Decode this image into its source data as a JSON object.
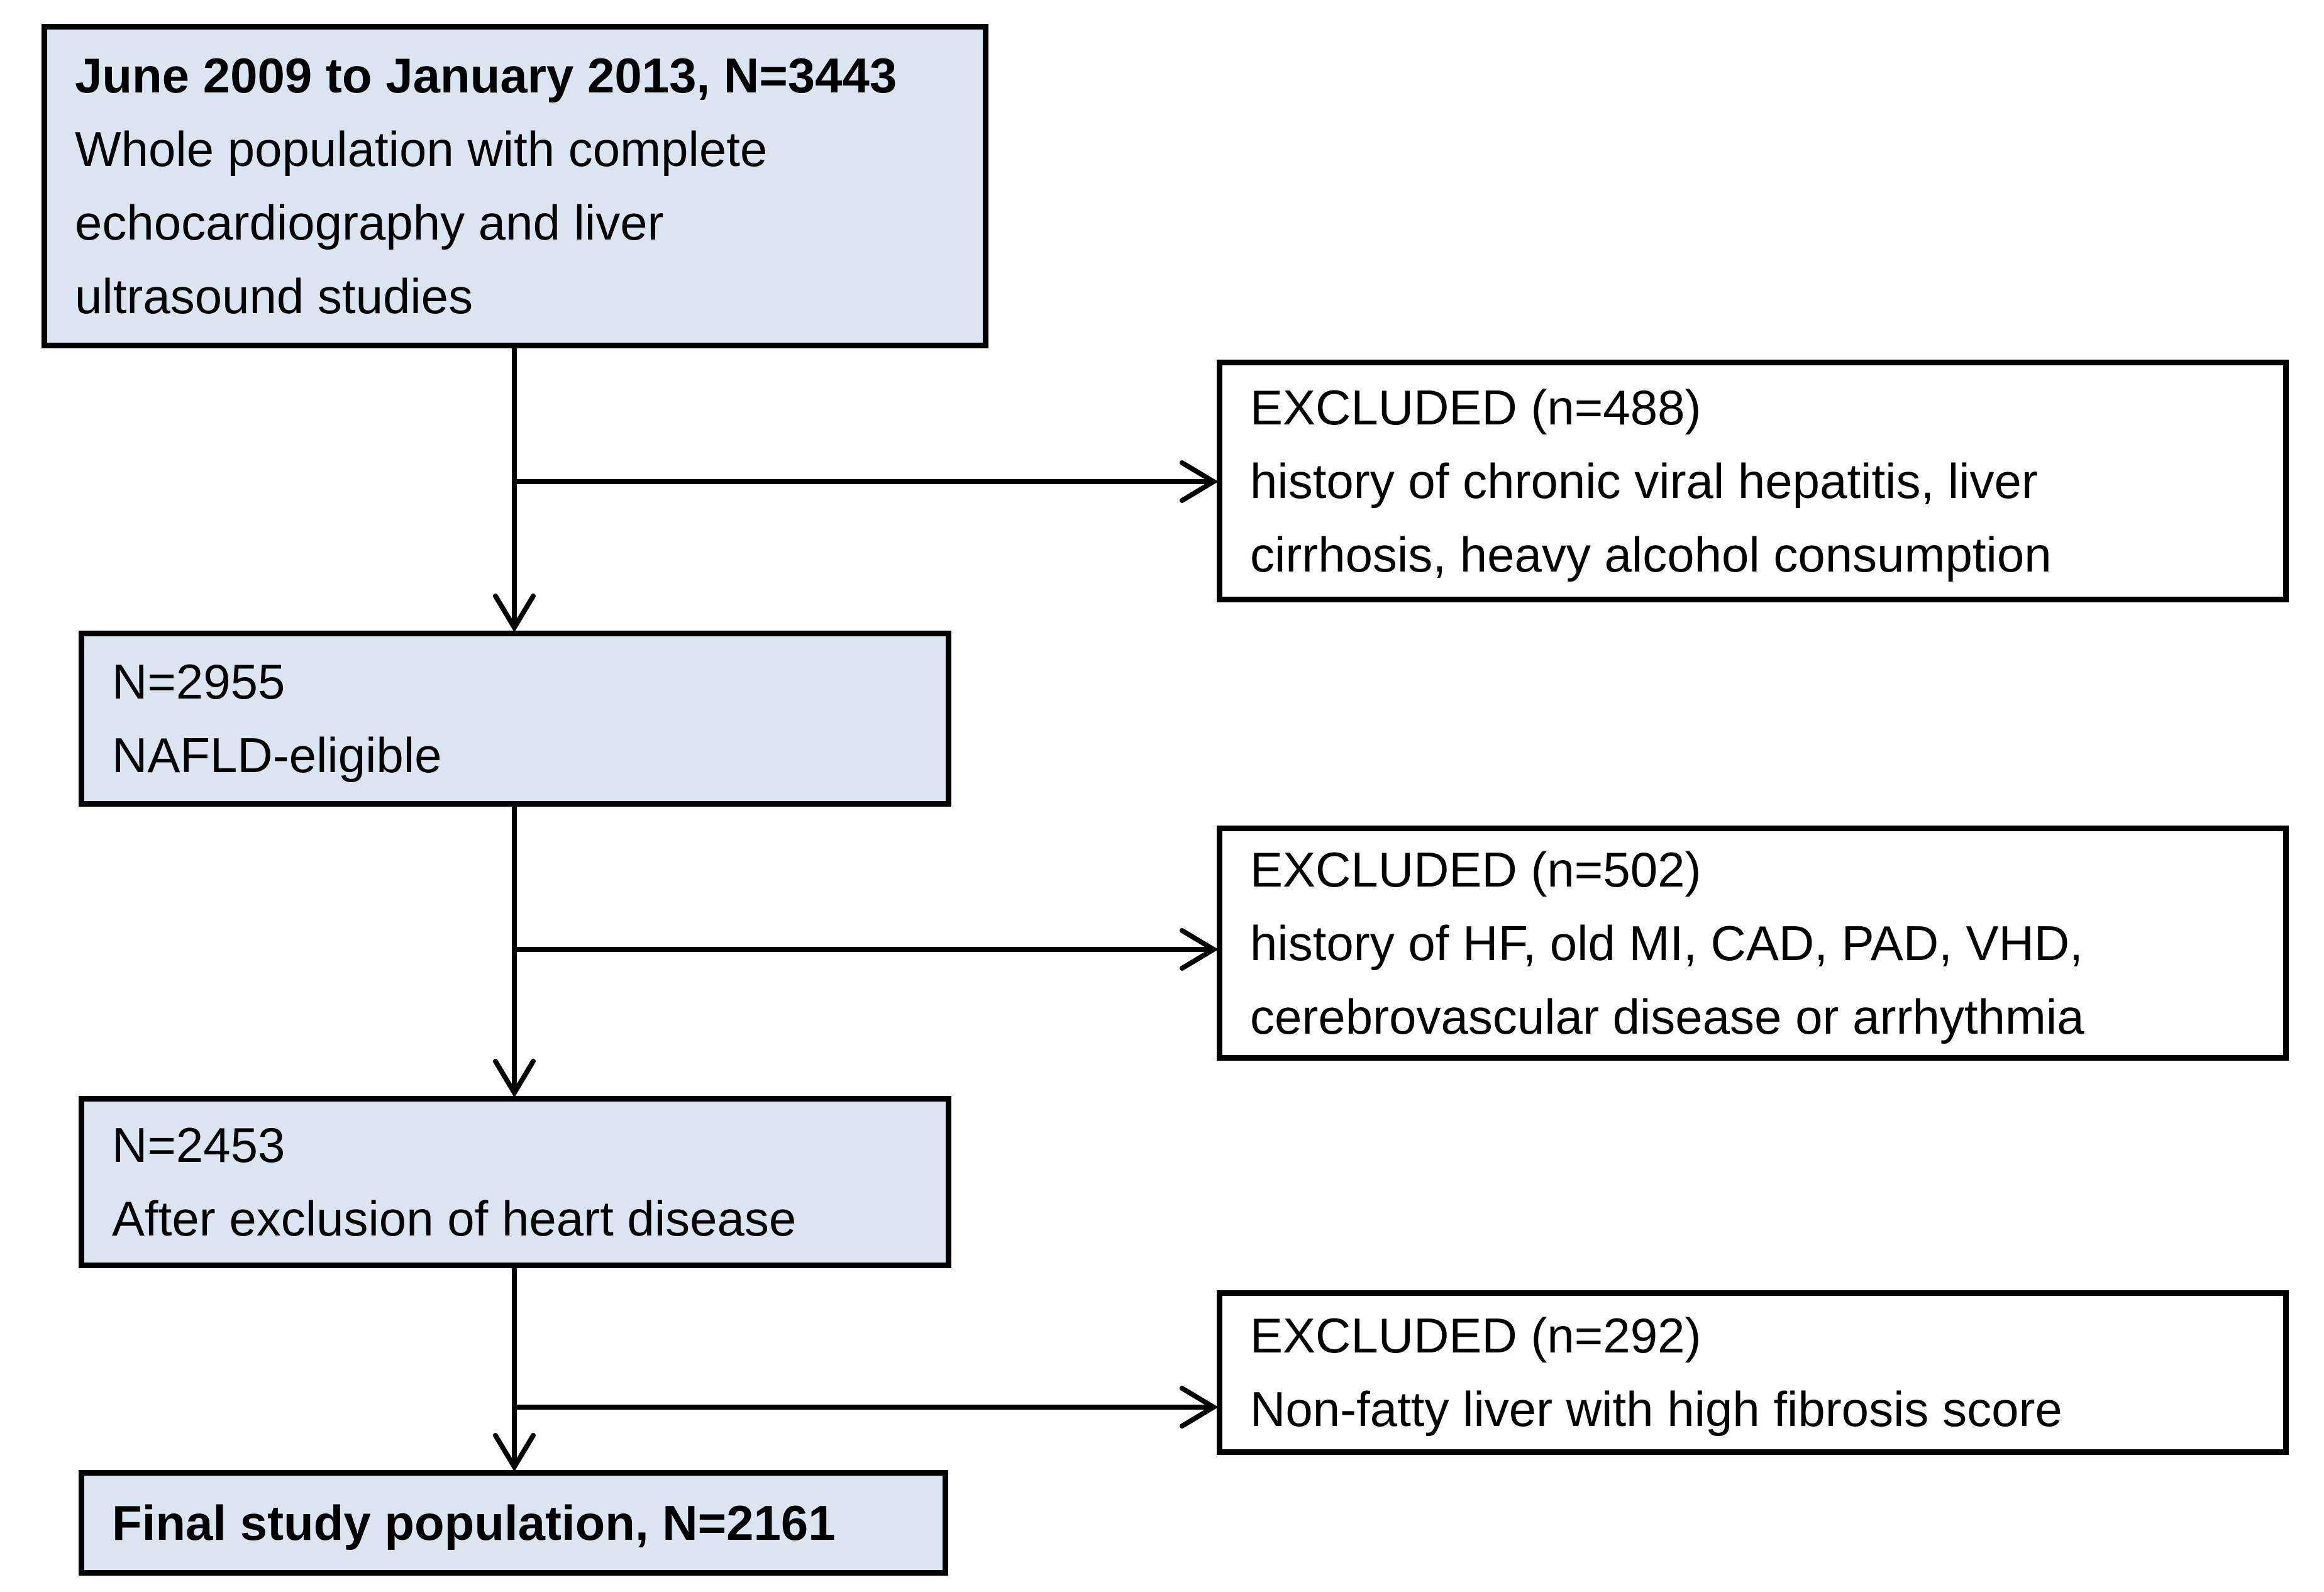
{
  "diagram": {
    "type": "flowchart",
    "title_implied": "Study population selection flow",
    "colors": {
      "box_fill_blue": "#dbe5f1",
      "box_fill_white": "#ffffff",
      "border": "#000000",
      "text": "#000000",
      "background": "#ffffff",
      "connector": "#000000"
    },
    "boxes": {
      "population": {
        "lines": [
          "June 2009 to January 2013, N=3443",
          "Whole population with complete",
          "echocardiography and liver",
          "ultrasound studies"
        ]
      },
      "excluded1": {
        "lines": [
          "EXCLUDED (n=488)",
          "history of chronic viral hepatitis, liver",
          "cirrhosis, heavy alcohol consumption"
        ]
      },
      "nafld": {
        "lines": [
          "N=2955",
          "NAFLD-eligible"
        ]
      },
      "excluded2": {
        "lines": [
          "EXCLUDED (n=502)",
          "history of HF, old MI, CAD, PAD, VHD,",
          "cerebrovascular disease or arrhythmia"
        ]
      },
      "heart": {
        "lines": [
          "N=2453",
          "After exclusion of heart disease"
        ]
      },
      "excluded3": {
        "lines": [
          "EXCLUDED (n=292)",
          "Non-fatty liver with high fibrosis score"
        ]
      },
      "final": {
        "lines": [
          "Final study population, N=2161"
        ]
      }
    },
    "edges": [
      {
        "from": "population",
        "to": "nafld",
        "style": "arrow-down"
      },
      {
        "from": "population-nafld-connector",
        "to": "excluded1",
        "style": "arrow-right"
      },
      {
        "from": "nafld",
        "to": "heart",
        "style": "arrow-down"
      },
      {
        "from": "nafld-heart-connector",
        "to": "excluded2",
        "style": "arrow-right"
      },
      {
        "from": "heart",
        "to": "final",
        "style": "arrow-down"
      },
      {
        "from": "heart-final-connector",
        "to": "excluded3",
        "style": "arrow-right"
      }
    ]
  }
}
